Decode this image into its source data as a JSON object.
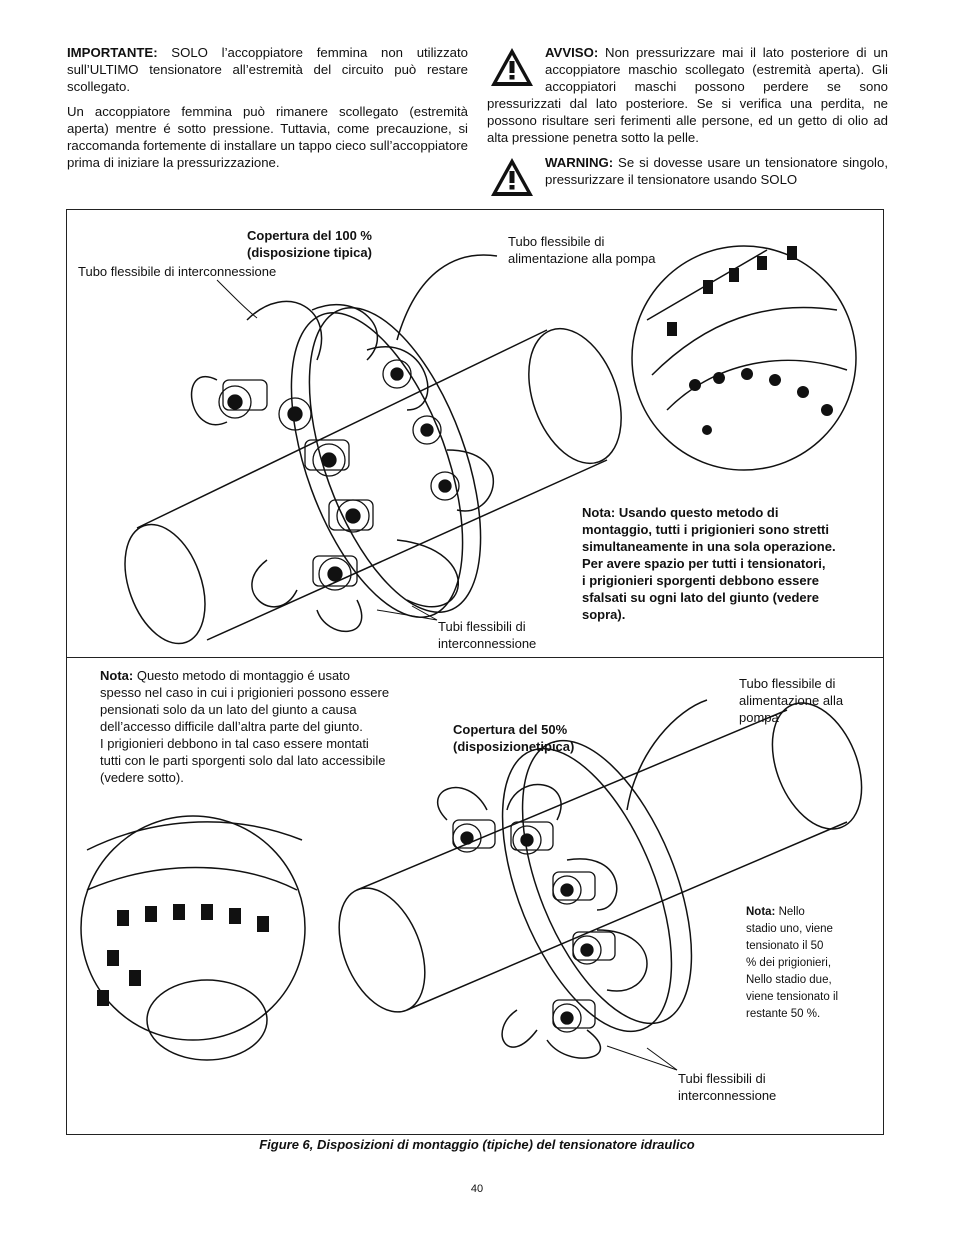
{
  "left_column": {
    "important_label": "IMPORTANTE:",
    "important_text": " SOLO l’accoppiatore femmina non utilizzato sull’ULTIMO tensionatore all’estremità del circuito può restare scollegato.",
    "paragraph2": "Un accoppiatore femmina può rimanere scollegato (estremità aperta) mentre é sotto pressione. Tuttavia, come precauzione, si raccomanda fortemente di installare un tappo cieco sull’accoppiatore prima di iniziare la pressurizzazione."
  },
  "right_column": {
    "avviso_label": "AVVISO:",
    "avviso_text": " Non pressurizzare mai il lato posteriore di un accoppiatore maschio scollegato (estremità aperta). Gli accoppiatori maschi possono perdere se sono pressurizzati dal lato posteriore. Se si verifica una perdita, ne possono risultare seri ferimenti alle persone, ed un getto di olio ad alta pressione penetra sotto la pelle.",
    "warning_label": "WARNING:",
    "warning_text": " Se si dovesse usare un tensionatore singolo, pressurizzare il tensionatore usando SOLO"
  },
  "figure_top": {
    "coverage_label_line1": "Copertura del 100 %",
    "coverage_label_line2": "(disposizione tipica)",
    "hose_label": "Tubo flessibile di interconnessione",
    "pump_hose_line1": "Tubo flessibile di",
    "pump_hose_line2": "alimentazione alla pompa",
    "hoses_label_line1": "Tubi flessibili di",
    "hoses_label_line2": "interconnessione",
    "note_lines": [
      "Nota: Usando questo metodo di",
      "montaggio, tutti i prigionieri sono stretti",
      "simultaneamente in una sola operazione.",
      "Per avere spazio per tutti i tensionatori,",
      "i prigionieri sporgenti debbono essere",
      "sfalsati su ogni lato del giunto (vedere",
      "sopra)."
    ]
  },
  "figure_bottom": {
    "note_label": "Nota:",
    "note_lines": [
      " Questo metodo di montaggio é usato",
      "spesso nel caso in cui i prigionieri possono essere",
      "pensionati solo da un lato del giunto a causa",
      "dell’accesso difficile dall’altra parte del giunto.",
      "I prigionieri debbono in tal caso essere montati",
      "tutti con le parti sporgenti solo dal lato accessibile",
      "(vedere sotto)."
    ],
    "pump_hose_lines": [
      "Tubo flessibile di",
      "alimentazione alla",
      "pompa"
    ],
    "coverage_label_line1": "Copertura del 50%",
    "coverage_label_line2": "(disposizionetipica)",
    "stage_note_label": "Nota:",
    "stage_note_lines": [
      " Nello",
      "stadio uno, viene",
      "tensionato il 50",
      "% dei prigionieri,",
      "Nello stadio due,",
      "viene tensionato il",
      "restante 50 %."
    ],
    "hoses_label_line1": "Tubi flessibili di",
    "hoses_label_line2": "interconnessione"
  },
  "caption": "Figure 6, Disposizioni di montaggio (tipiche) del tensionatore idraulico",
  "page_number": "40",
  "icons": [
    "warning-triangle-icon"
  ]
}
